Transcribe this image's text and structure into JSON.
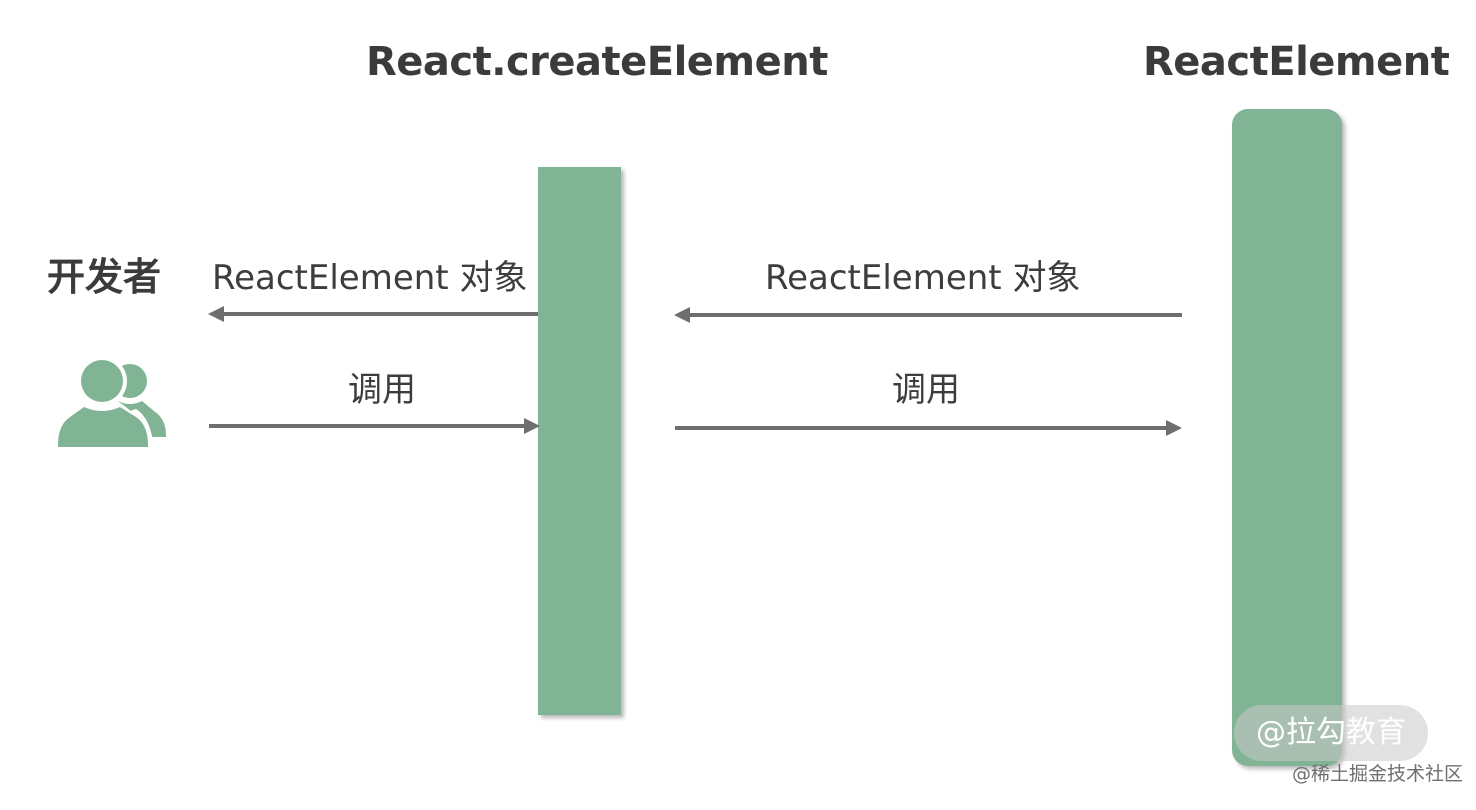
{
  "participants": {
    "create": "React.createElement",
    "element": "ReactElement",
    "actor": "开发者"
  },
  "messages": {
    "return_1": "ReactElement 对象",
    "return_2": "ReactElement 对象",
    "call_1": "调用",
    "call_2": "调用"
  },
  "icons": {
    "actor": "users-icon"
  },
  "watermark": {
    "badge": "@拉勾教育",
    "caption": "@稀土掘金技术社区"
  },
  "colors": {
    "lifeline": "#80b495",
    "arrow": "#6e6e6e",
    "text": "#3b3b3b"
  }
}
